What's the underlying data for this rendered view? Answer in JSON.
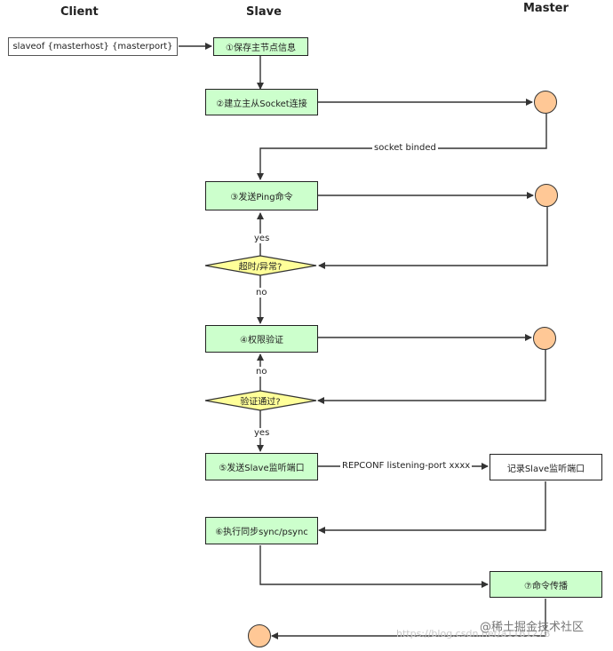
{
  "columns": {
    "client": "Client",
    "slave": "Slave",
    "master": "Master"
  },
  "client_cmd": "slaveof {masterhost} {masterport}",
  "steps": {
    "save_info": "①保存主节点信息",
    "socket_connect": "②建立主从Socket连接",
    "send_ping": "③发送Ping命令",
    "auth": "④权限验证",
    "send_port": "⑤发送Slave监听端口",
    "sync": "⑥执行同步sync/psync",
    "propagate": "⑦命令传播"
  },
  "master_record": "记录Slave监听端口",
  "decisions": {
    "timeout": "超时/异常?",
    "auth_pass": "验证通过?"
  },
  "edge_labels": {
    "socket_binded": "socket binded",
    "yes_1": "yes",
    "no_1": "no",
    "no_2": "no",
    "yes_2": "yes",
    "replconf": "REPCONF listening-port xxxx"
  },
  "watermark": {
    "site": "@稀土掘金技术社区",
    "url": "https://blog.csdn.net/a1161278"
  },
  "colors": {
    "process_fill": "#ccffcc",
    "decision_fill": "#ffff99",
    "circle_fill": "#ffc896"
  }
}
